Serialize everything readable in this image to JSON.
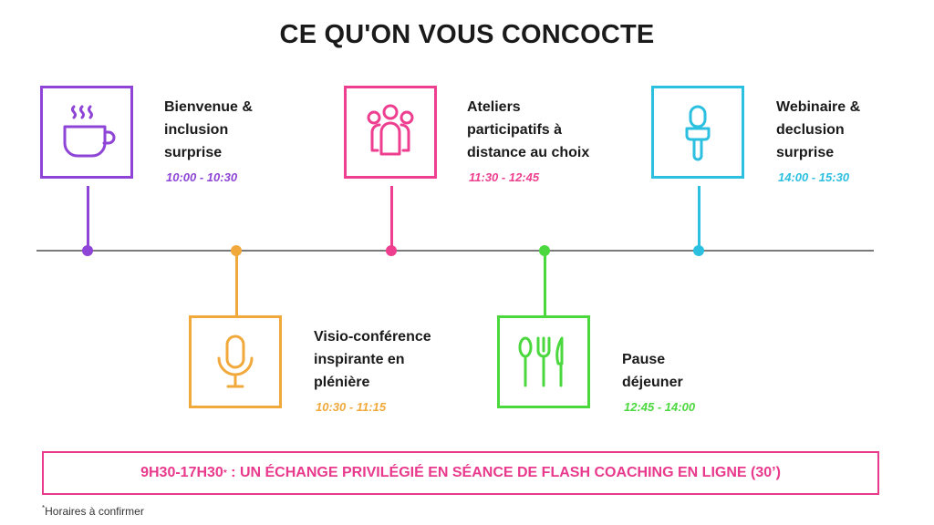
{
  "title": "CE QU'ON VOUS CONCOCTE",
  "events": [
    {
      "label_lines": [
        "Bienvenue &",
        "inclusion",
        "surprise"
      ],
      "time": "10:00 - 10:30",
      "color": "#8e44d6",
      "icon": "coffee-cup-icon"
    },
    {
      "label_lines": [
        "Visio-conférence",
        "inspirante en",
        "plénière"
      ],
      "time": "10:30 - 11:15",
      "color": "#f0a93a",
      "icon": "microphone-icon"
    },
    {
      "label_lines": [
        "Ateliers",
        "participatifs à",
        "distance au choix"
      ],
      "time": "11:30 - 12:45",
      "color": "#ee3e8f",
      "icon": "group-people-icon"
    },
    {
      "label_lines": [
        "Pause",
        "déjeuner"
      ],
      "time": "12:45 - 14:00",
      "color": "#4bd83e",
      "icon": "cutlery-icon"
    },
    {
      "label_lines": [
        "Webinaire &",
        "declusion",
        "surprise"
      ],
      "time": "14:00 - 15:30",
      "color": "#2bbfe0",
      "icon": "handheld-mic-icon"
    }
  ],
  "banner": {
    "time": "9H30-17H30",
    "mark": "*",
    "text": " : UN ÉCHANGE PRIVILÉGIÉ EN SÉANCE DE FLASH COACHING EN LIGNE (30’)"
  },
  "footnote": {
    "mark": "*",
    "text": "Horaires à confirmer"
  }
}
